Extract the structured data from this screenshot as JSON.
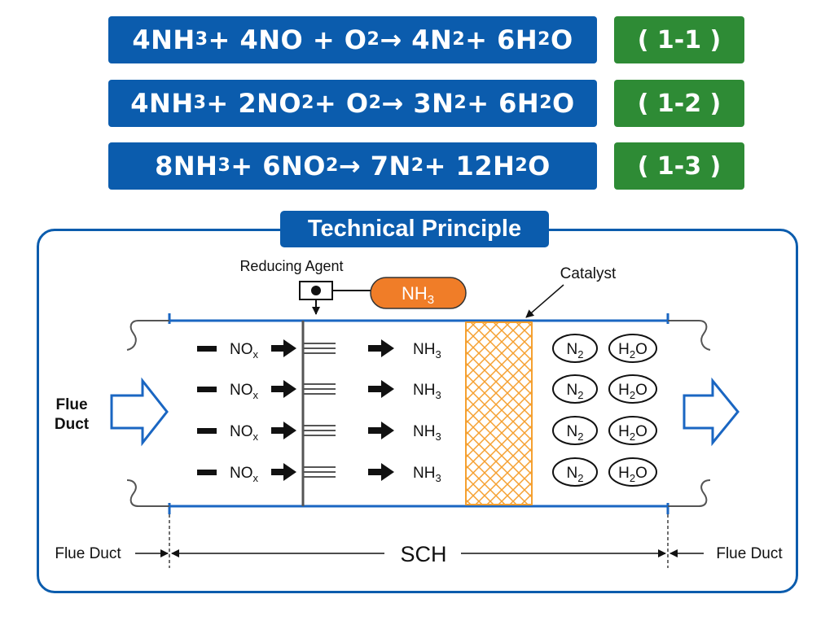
{
  "equations": [
    {
      "text_parts": [
        "4NH",
        "3",
        " + 4NO + O",
        "2",
        " → 4N",
        "2",
        " + 6H",
        "2",
        "O"
      ],
      "number": "( 1-1 )"
    },
    {
      "text_parts": [
        "4NH",
        "3",
        " + 2NO",
        "2",
        " + O",
        "2",
        " → 3N",
        "2",
        " + 6H",
        "2",
        "O"
      ],
      "number": "( 1-2 )"
    },
    {
      "text_parts": [
        "8NH",
        "3",
        " + 6NO",
        "2",
        " → 7N",
        "2",
        " + 12H",
        "2",
        "O"
      ],
      "number": "( 1-3 )"
    }
  ],
  "panel": {
    "title": "Technical Principle",
    "reducing_agent_label": "Reducing Agent",
    "nh3_tank": {
      "base": "NH",
      "sub": "3"
    },
    "catalyst_label": "Catalyst",
    "inlet_label_line1": "Flue",
    "inlet_label_line2": "Duct",
    "nox": {
      "base": "NO",
      "sub": "x"
    },
    "nh3": {
      "base": "NH",
      "sub": "3"
    },
    "n2": {
      "base": "N",
      "sub": "2"
    },
    "h2o": {
      "base": "H",
      "sub": "2",
      "tail": "O"
    },
    "rows": 4,
    "bottom_left_label": "Flue Duct",
    "bottom_center_label": "SCH",
    "bottom_right_label": "Flue Duct"
  },
  "colors": {
    "blue": "#0b5cad",
    "green": "#2e8b35",
    "orange": "#f07d28",
    "catalyst": "#f5a030"
  }
}
